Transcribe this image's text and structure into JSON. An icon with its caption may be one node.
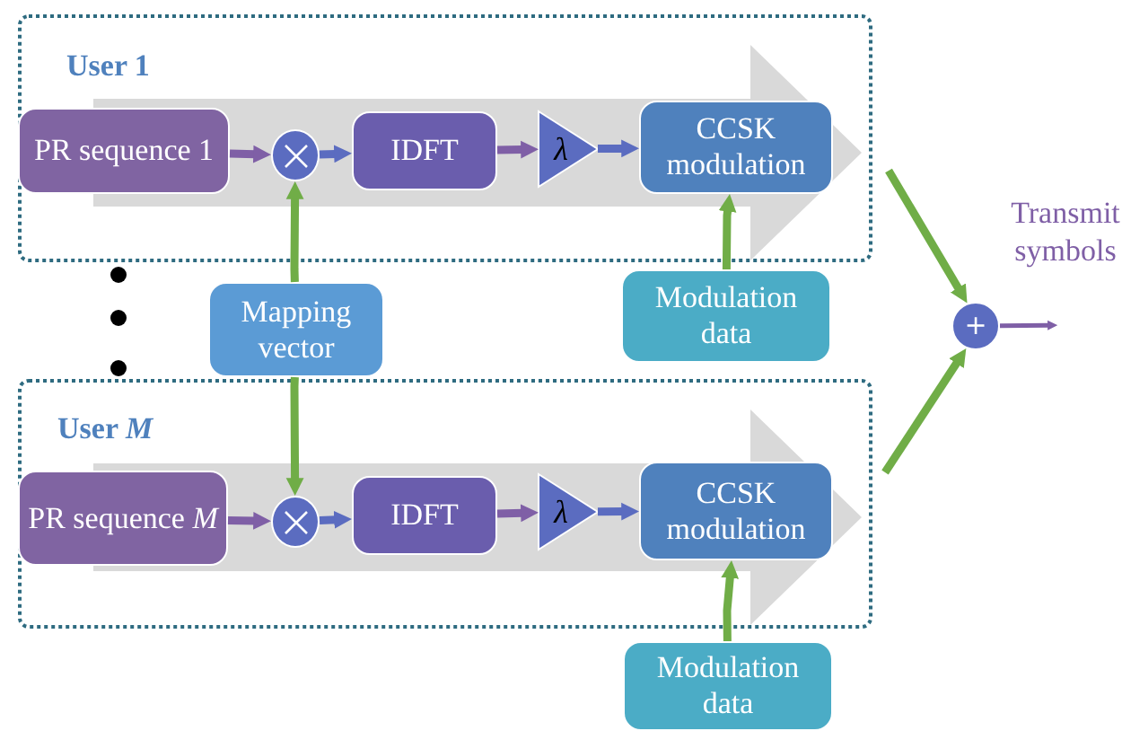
{
  "diagram": {
    "nodes": [
      {
        "text": [
          "User 1"
        ]
      },
      {
        "text": [
          "PR sequence 1"
        ],
        "in": 0
      },
      {
        "text": [],
        "shape": "circle",
        "in": 0
      },
      {
        "text": [
          "IDFT"
        ],
        "in": 0
      },
      {
        "text": [
          "λ"
        ],
        "in": 0
      },
      {
        "text": [
          "CCSK modulation"
        ],
        "in": 0
      },
      {
        "text": [
          "Mapping vector"
        ]
      },
      {
        "text": [
          "Modulation data"
        ]
      },
      {
        "text": [
          "User *M*"
        ]
      },
      {
        "text": [
          "PR sequence *M*"
        ],
        "in": 8
      },
      {
        "text": [],
        "shape": "circle",
        "in": 8
      },
      {
        "text": [
          "IDFT"
        ],
        "in": 8
      },
      {
        "text": [
          "λ"
        ],
        "in": 8
      },
      {
        "text": [
          "CCSK modulation"
        ],
        "in": 8
      },
      {
        "text": [
          "Modulation data"
        ]
      },
      {
        "text": [
          "+"
        ],
        "beside": [
          "Transmit symbols"
        ]
      }
    ],
    "edges": [
      {
        "from": 1,
        "to": 2,
        "arrow": "to",
        "color": "#7f5fa6"
      },
      {
        "from": 2,
        "to": 3,
        "arrow": "to",
        "color": "#5b6cc0"
      },
      {
        "from": 3,
        "to": 4,
        "arrow": "to",
        "color": "#7f5fa6"
      },
      {
        "from": 4,
        "to": 5,
        "arrow": "to",
        "color": "#5b6cc0"
      },
      {
        "from": 6,
        "to": 2,
        "arrow": "to"
      },
      {
        "from": 7,
        "to": 5,
        "arrow": "to"
      },
      {
        "from": 6,
        "to": 10,
        "arrow": "to"
      },
      {
        "from": 9,
        "to": 10,
        "arrow": "to",
        "color": "#7f5fa6"
      },
      {
        "from": 10,
        "to": 11,
        "arrow": "to",
        "color": "#5b6cc0"
      },
      {
        "from": 11,
        "to": 12,
        "arrow": "to",
        "color": "#7f5fa6"
      },
      {
        "from": 12,
        "to": 13,
        "arrow": "to",
        "color": "#5b6cc0"
      },
      {
        "from": 14,
        "to": 13,
        "arrow": "to"
      },
      {
        "from": 0,
        "to": 15,
        "arrow": "to"
      },
      {
        "from": 8,
        "to": 15,
        "arrow": "to"
      },
      {
        "from": 15,
        "to": null,
        "arrow": "to",
        "color": "#7f5fa6"
      }
    ]
  }
}
